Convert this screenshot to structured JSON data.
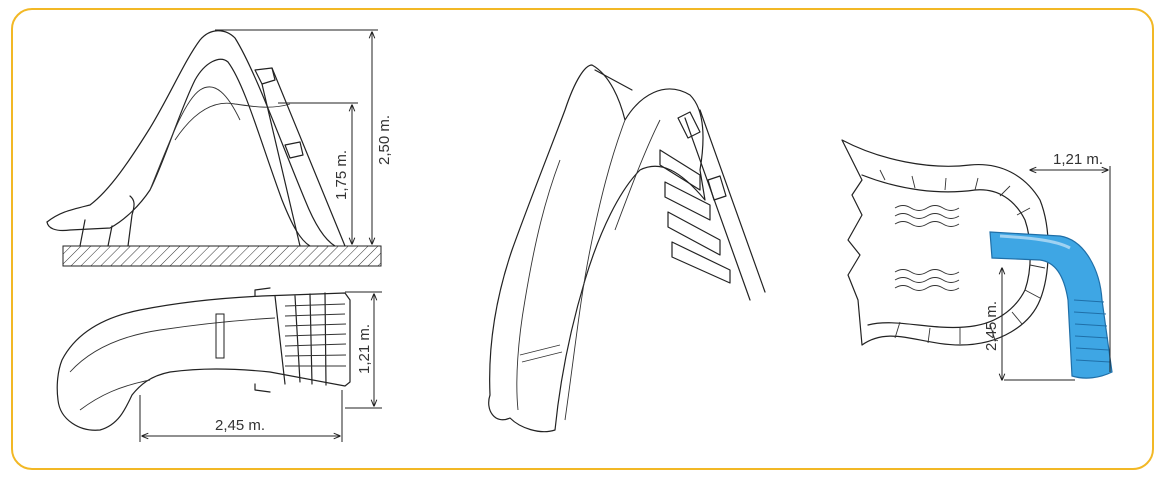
{
  "colors": {
    "border": "#f2b825",
    "slide_blue": "#3ea6e4",
    "line": "#222222"
  },
  "views": {
    "side": {
      "height_total": "2,50 m.",
      "height_platform": "1,75 m."
    },
    "top": {
      "width": "1,21 m.",
      "length": "2,45 m."
    },
    "pool": {
      "width": "1,21 m.",
      "length": "2,45 m."
    }
  }
}
